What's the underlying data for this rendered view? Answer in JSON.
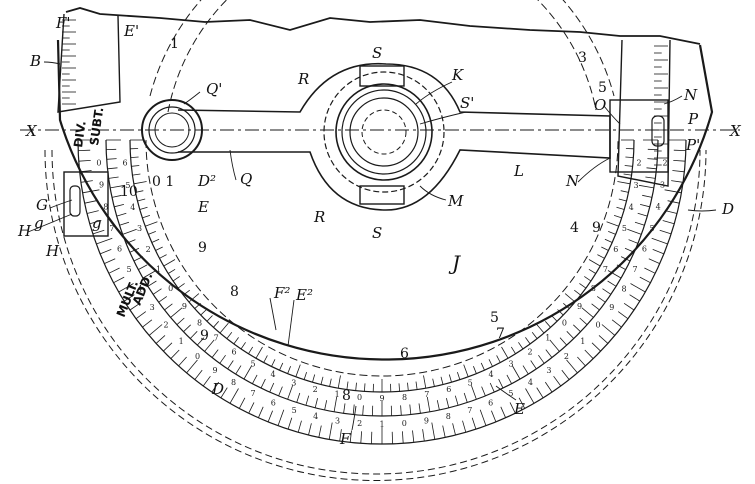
{
  "labels": {
    "a": "B",
    "b": "F'",
    "c": "E'",
    "d": "Q'",
    "e": "R",
    "f": "S",
    "g": "K",
    "h": "S'",
    "i": "O",
    "j": "N",
    "k": "P",
    "l": "P'",
    "m": "D",
    "n": "N",
    "o": "L",
    "p": "M",
    "q": "S",
    "r": "R",
    "s": "Q",
    "t": "D²",
    "u": "E",
    "v": "J",
    "w": "F²",
    "x": "E²",
    "y": "D",
    "z": "F",
    "aa": "E",
    "ab": "G",
    "ac": "H",
    "ad": "H",
    "ae": "X",
    "af": "X",
    "ag": "g",
    "ah": "g"
  },
  "scales": {
    "div": "DIV.",
    "subt": "SUBT.",
    "mult": "MULT.",
    "add": "ADD."
  },
  "digits": [
    "1",
    "2",
    "3",
    "4",
    "5",
    "6",
    "7",
    "8",
    "9",
    "0"
  ],
  "big_digits": {
    "one_top": "1",
    "three_top": "3",
    "five_top": "5",
    "nine_a": "9",
    "nine_b": "9",
    "eight_a": "8",
    "seven": "7",
    "six": "6",
    "five_b": "5",
    "four": "4",
    "ten_o1": "0 1",
    "ten": "10",
    "eight_b": "8",
    "nine_c": "9"
  }
}
